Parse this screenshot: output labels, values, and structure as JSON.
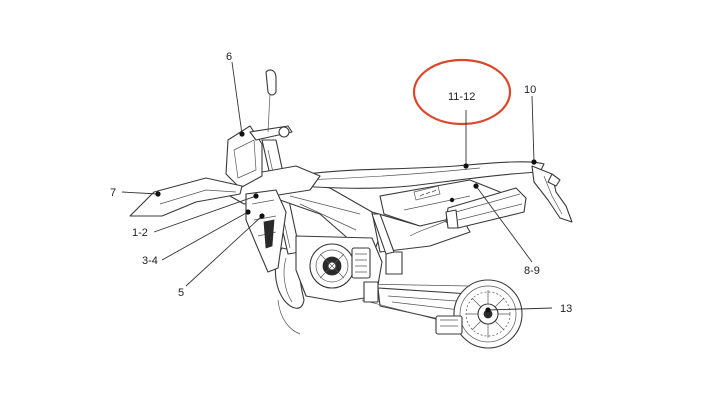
{
  "diagram": {
    "callouts": [
      {
        "id": "c6",
        "text": "6"
      },
      {
        "id": "c7",
        "text": "7"
      },
      {
        "id": "c12",
        "text": "1-2"
      },
      {
        "id": "c34",
        "text": "3-4"
      },
      {
        "id": "c5",
        "text": "5"
      },
      {
        "id": "c1112",
        "text": "11-12"
      },
      {
        "id": "c10",
        "text": "10"
      },
      {
        "id": "c89",
        "text": "8-9"
      },
      {
        "id": "c13",
        "text": "13"
      }
    ],
    "highlight": {
      "target": "11-12",
      "color": "#d9482b"
    }
  }
}
